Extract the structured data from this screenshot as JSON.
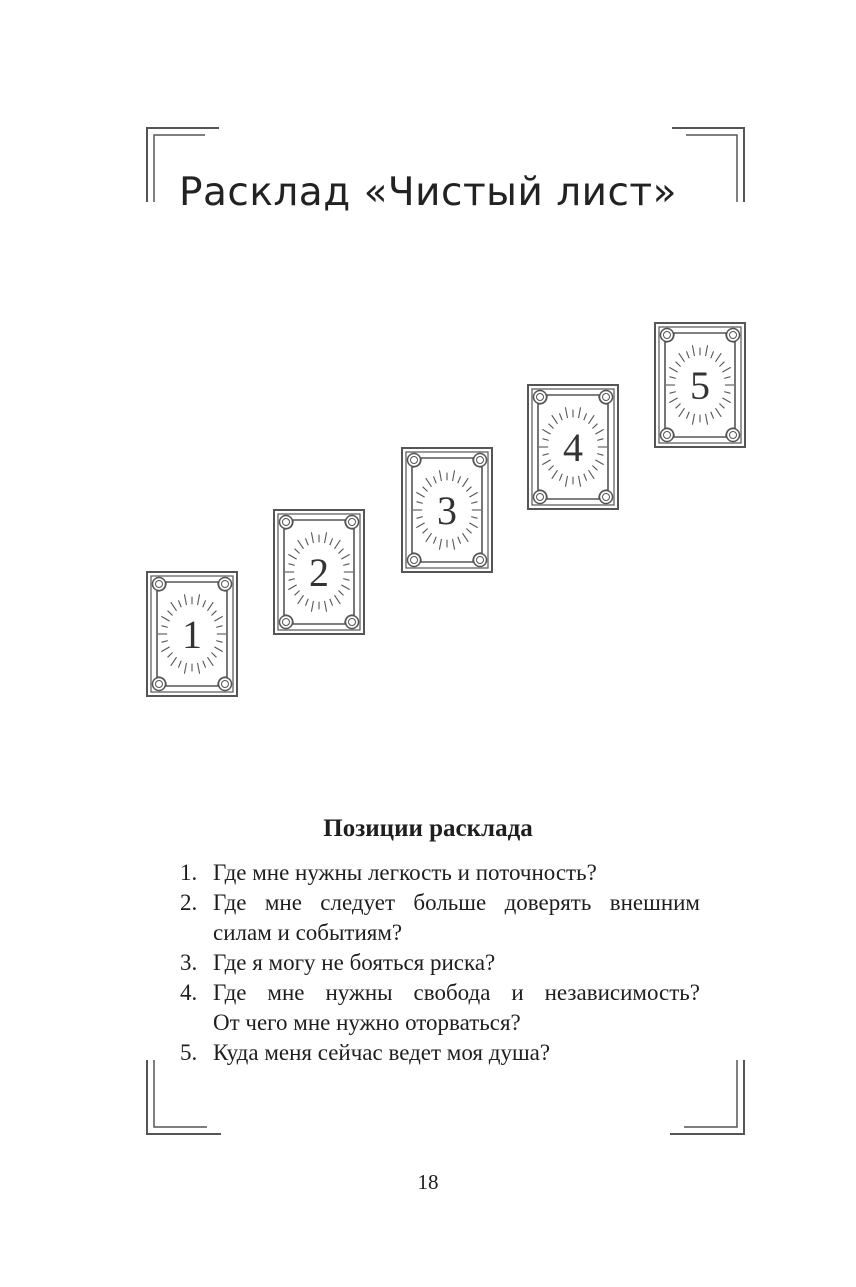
{
  "title": "Расклад «Чистый лист»",
  "cards": [
    {
      "number": "1"
    },
    {
      "number": "2"
    },
    {
      "number": "3"
    },
    {
      "number": "4"
    },
    {
      "number": "5"
    }
  ],
  "positions": {
    "heading": "Позиции расклада",
    "items": [
      {
        "number": "1.",
        "lines": [
          "Где мне нужны легкость и поточность?"
        ]
      },
      {
        "number": "2.",
        "lines": [
          "Где мне следует больше доверять внешним",
          "силам и событиям?"
        ]
      },
      {
        "number": "3.",
        "lines": [
          "Где я могу не бояться риска?"
        ]
      },
      {
        "number": "4.",
        "lines": [
          "Где мне нужны свобода и независимость?",
          "От чего мне нужно оторваться?"
        ]
      },
      {
        "number": "5.",
        "lines": [
          "Куда меня сейчас ведет моя душа?"
        ]
      }
    ]
  },
  "page_number": "18",
  "colors": {
    "ink": "#1e1e1e",
    "frame": "#555555"
  }
}
